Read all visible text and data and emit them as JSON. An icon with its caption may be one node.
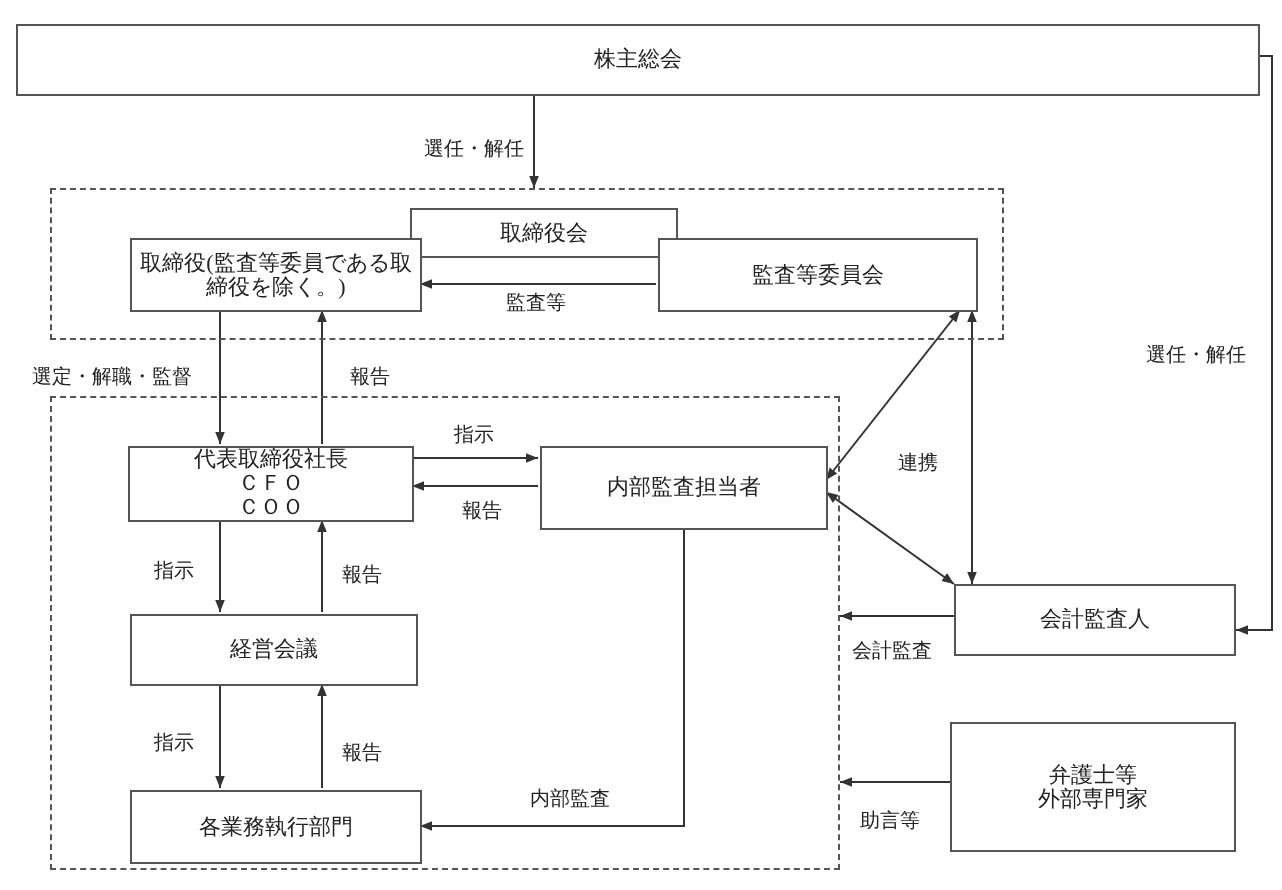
{
  "diagram": {
    "nodes": [
      {
        "text": [
          "株主総会"
        ]
      },
      {
        "text": [],
        "shape": "box"
      },
      {
        "text": [
          "取締役会"
        ],
        "in": 1
      },
      {
        "text": [
          "取締役(監査等委員である取締役を除く。)"
        ],
        "in": 1
      },
      {
        "text": [
          "監査等委員会"
        ],
        "in": 1
      },
      {
        "text": [],
        "shape": "box"
      },
      {
        "text": [
          "代表取締役社長",
          "ＣＦＯ",
          "ＣＯＯ"
        ],
        "in": 5
      },
      {
        "text": [
          "内部監査担当者"
        ],
        "in": 5
      },
      {
        "text": [
          "経営会議"
        ],
        "in": 5
      },
      {
        "text": [
          "各業務執行部門"
        ],
        "in": 5
      },
      {
        "text": [
          "会計監査人"
        ]
      },
      {
        "text": [
          "弁護士等",
          "外部専門家"
        ]
      }
    ],
    "edges": [
      {
        "from": 0,
        "to": 1,
        "arrow": "to",
        "label": "選任・解任"
      },
      {
        "from": 0,
        "to": 10,
        "arrow": "to",
        "label": "選任・解任"
      },
      {
        "from": 4,
        "to": 3,
        "arrow": "to",
        "label": "監査等"
      },
      {
        "from": 3,
        "to": 6,
        "arrow": "to",
        "label": "選定・解職・監督"
      },
      {
        "from": 6,
        "to": 3,
        "arrow": "to",
        "label": "報告"
      },
      {
        "from": 6,
        "to": 7,
        "arrow": "to",
        "label": "指示"
      },
      {
        "from": 7,
        "to": 6,
        "arrow": "to",
        "label": "報告"
      },
      {
        "from": 6,
        "to": 8,
        "arrow": "to",
        "label": "指示"
      },
      {
        "from": 8,
        "to": 6,
        "arrow": "to",
        "label": "報告"
      },
      {
        "from": 8,
        "to": 9,
        "arrow": "to",
        "label": "指示"
      },
      {
        "from": 9,
        "to": 8,
        "arrow": "to",
        "label": "報告"
      },
      {
        "from": 7,
        "to": 9,
        "arrow": "to",
        "label": "内部監査"
      },
      {
        "from": 7,
        "to": 4,
        "arrow": "both"
      },
      {
        "from": 7,
        "to": 10,
        "arrow": "both"
      },
      {
        "from": 4,
        "to": 10,
        "arrow": "both"
      },
      {
        "from": 10,
        "to": 5,
        "arrow": "to",
        "label": "会計監査"
      },
      {
        "from": 11,
        "to": 5,
        "arrow": "to",
        "label": "助言等"
      }
    ],
    "labels": [
      "連携"
    ]
  }
}
